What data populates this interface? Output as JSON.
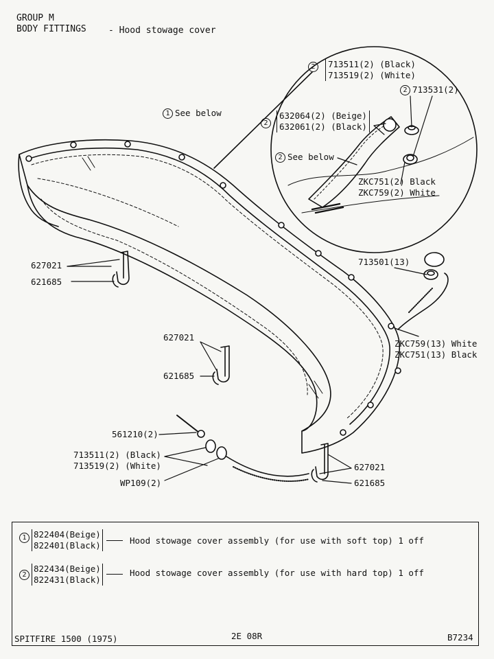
{
  "header": {
    "group": "GROUP M",
    "section": "BODY FITTINGS",
    "subtitle": "- Hood stowage cover"
  },
  "callouts": {
    "c1_see_below": "See below",
    "c2_see_below": "See below",
    "inset_713511": "713511(2) (Black)",
    "inset_713519": "713519(2) (White)",
    "inset_713531": "713531(2)",
    "inset_632064": "632064(2) (Beige)",
    "inset_632061": "632061(2) (Black)",
    "inset_zkc751": "ZKC751(2) Black",
    "inset_zkc759": "ZKC759(2) White",
    "p713501": "713501(13)",
    "zkc759_13": "ZKC759(13) White",
    "zkc751_13": "ZKC751(13) Black",
    "p627021_a": "627021",
    "p621685_a": "621685",
    "p627021_b": "627021",
    "p621685_b": "621685",
    "p561210": "561210(2)",
    "p713511": "713511(2) (Black)",
    "p713519": "713519(2) (White)",
    "wp109": "WP109(2)",
    "p627021_c": "627021",
    "p621685_c": "621685"
  },
  "circle_numbers": {
    "one": "1",
    "two": "2"
  },
  "parts_table": {
    "row1": {
      "num": "1",
      "part_a": "822404(Beige)",
      "part_b": "822401(Black)",
      "desc": "Hood stowage cover assembly (for use with soft top) 1 off"
    },
    "row2": {
      "num": "2",
      "part_a": "822434(Beige)",
      "part_b": "822431(Black)",
      "desc": "Hood stowage cover assembly (for use with hard top) 1 off"
    }
  },
  "footer": {
    "model": "SPITFIRE 1500 (1975)",
    "page": "2E 08R",
    "ref": "B7234"
  }
}
